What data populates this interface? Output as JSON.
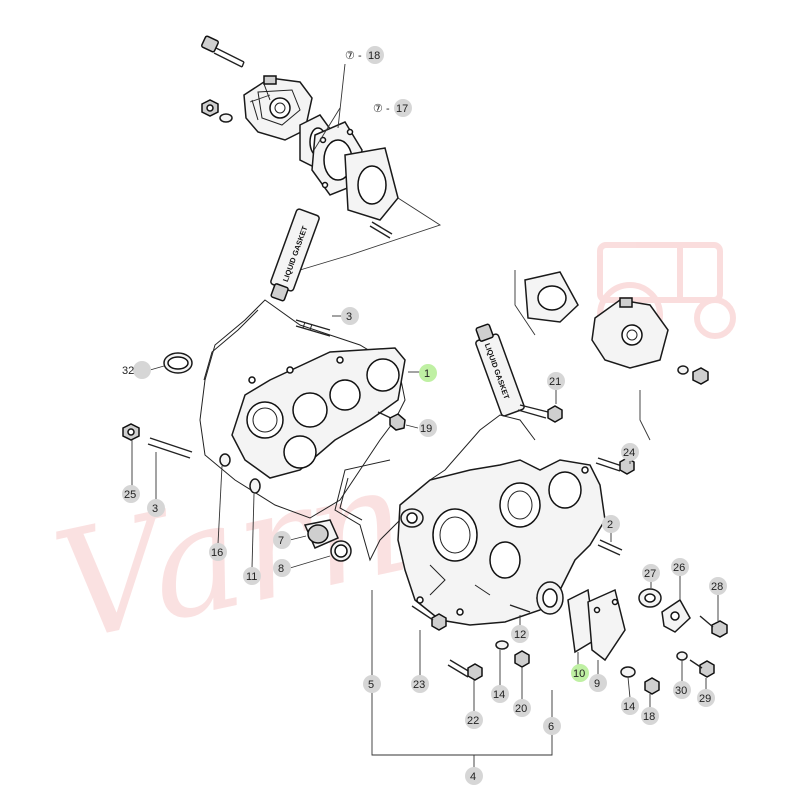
{
  "diagram": {
    "tube_label": "LIQUID GASKET",
    "watermark": "Varne",
    "colors": {
      "line": "#222222",
      "badge": "#d6d6d6",
      "badge_highlight": "#bff0a3",
      "watermark": "#e64a4a"
    },
    "callouts": [
      {
        "id": "c1",
        "text": "1",
        "highlight": true
      },
      {
        "id": "c2",
        "text": "2"
      },
      {
        "id": "c3a",
        "text": "3"
      },
      {
        "id": "c3b",
        "text": "3"
      },
      {
        "id": "c4",
        "text": "4"
      },
      {
        "id": "c5",
        "text": "5"
      },
      {
        "id": "c6",
        "text": "6"
      },
      {
        "id": "c7",
        "text": "7"
      },
      {
        "id": "c8",
        "text": "8"
      },
      {
        "id": "c9",
        "text": "9"
      },
      {
        "id": "c10",
        "text": "10",
        "highlight": true
      },
      {
        "id": "c11",
        "text": "11"
      },
      {
        "id": "c12",
        "text": "12"
      },
      {
        "id": "c14a",
        "text": "14"
      },
      {
        "id": "c14b",
        "text": "14"
      },
      {
        "id": "c16",
        "text": "16"
      },
      {
        "id": "c17",
        "text": "17",
        "prefix": "⑦"
      },
      {
        "id": "c18a",
        "text": "18",
        "prefix": "⑦"
      },
      {
        "id": "c18b",
        "text": "18"
      },
      {
        "id": "c19",
        "text": "19"
      },
      {
        "id": "c20",
        "text": "20"
      },
      {
        "id": "c21",
        "text": "21"
      },
      {
        "id": "c22",
        "text": "22"
      },
      {
        "id": "c23",
        "text": "23"
      },
      {
        "id": "c24",
        "text": "24"
      },
      {
        "id": "c25",
        "text": "25"
      },
      {
        "id": "c26",
        "text": "26"
      },
      {
        "id": "c27",
        "text": "27"
      },
      {
        "id": "c28",
        "text": "28"
      },
      {
        "id": "c29",
        "text": "29"
      },
      {
        "id": "c30",
        "text": "30"
      },
      {
        "id": "c32",
        "text": "32"
      }
    ]
  }
}
